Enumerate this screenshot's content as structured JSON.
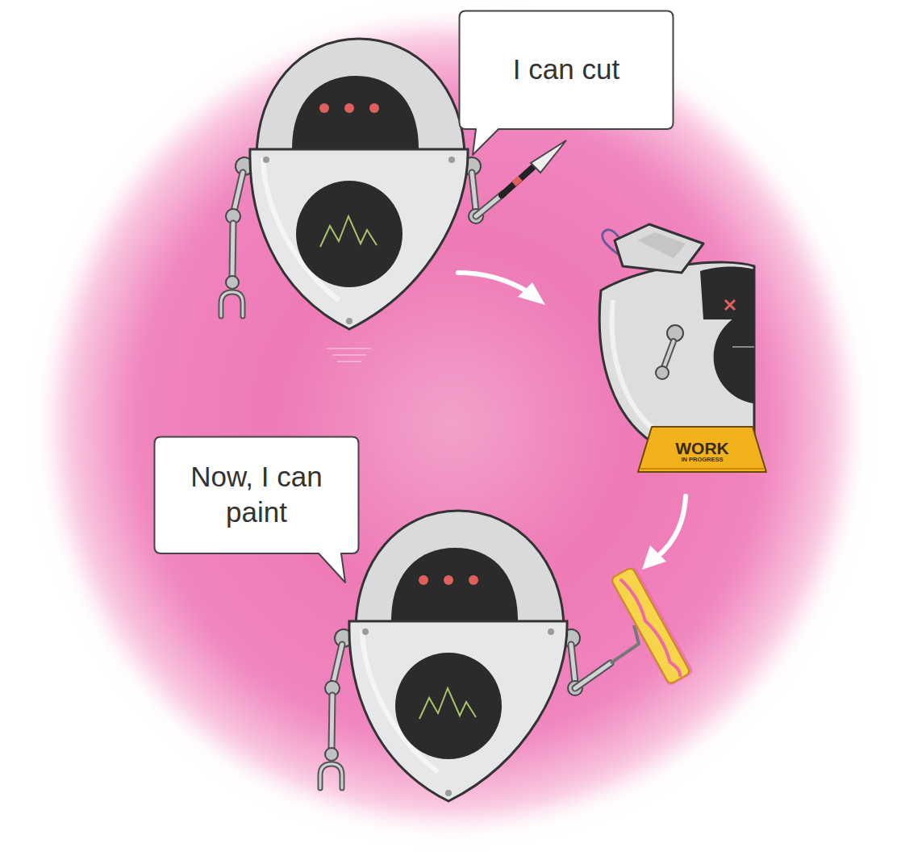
{
  "diagram": {
    "nodes": [
      {
        "text": [
          "I can cut"
        ]
      },
      {
        "text": [
          "Now, I can paint"
        ]
      },
      {
        "text": [
          "WORK",
          "IN PROGRESS"
        ]
      }
    ]
  }
}
